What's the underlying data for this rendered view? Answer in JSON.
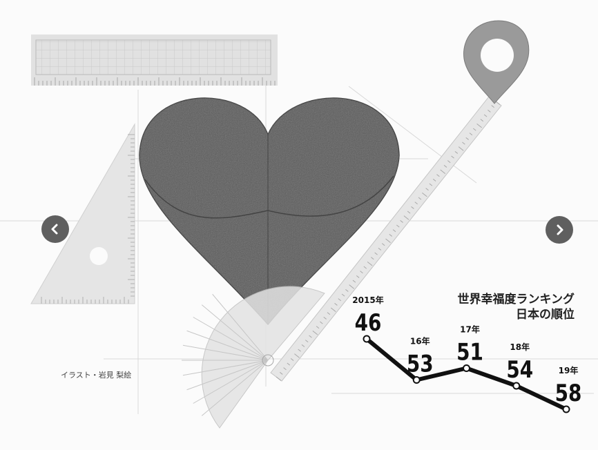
{
  "illustration_credit": "イラスト・岩見 梨絵",
  "carousel": {
    "prev_label": "‹",
    "next_label": "›"
  },
  "colors": {
    "heart": "#5a5a5a",
    "line": "#111111",
    "button": "#5f5f5f",
    "tool": "#e3e3e3"
  },
  "chart_data": {
    "type": "line",
    "title": [
      "世界幸福度ランキング",
      "日本の順位"
    ],
    "x": [
      "2015年",
      "16年",
      "17年",
      "18年",
      "19年"
    ],
    "series": [
      {
        "values": [
          46,
          53,
          51,
          54,
          58
        ]
      }
    ],
    "ylim": [
      44,
      60
    ],
    "y_inverted": true,
    "grid": false,
    "legend": "none"
  }
}
